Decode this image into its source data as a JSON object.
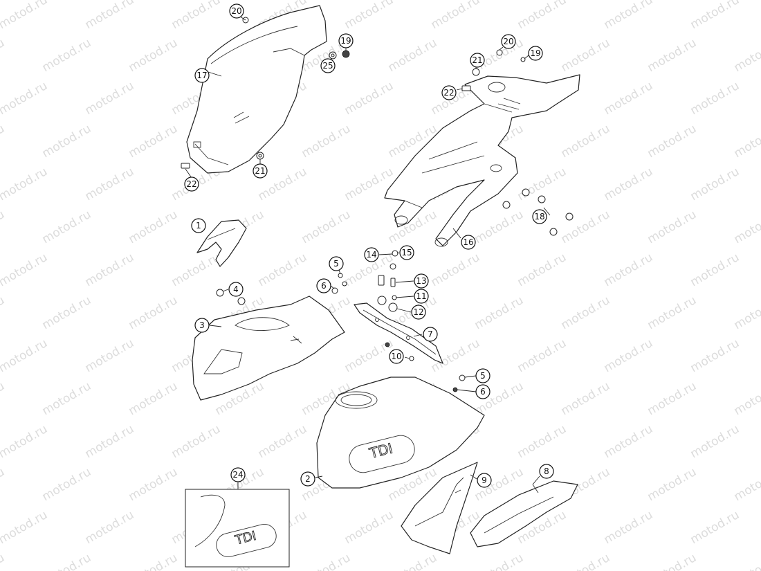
{
  "watermark": "motod.ru",
  "badge_text": "TDI",
  "callouts": [
    {
      "label": "20"
    },
    {
      "label": "19"
    },
    {
      "label": "25"
    },
    {
      "label": "17"
    },
    {
      "label": "21"
    },
    {
      "label": "22"
    },
    {
      "label": "20"
    },
    {
      "label": "19"
    },
    {
      "label": "21"
    },
    {
      "label": "22"
    },
    {
      "label": "1"
    },
    {
      "label": "18"
    },
    {
      "label": "16"
    },
    {
      "label": "14"
    },
    {
      "label": "15"
    },
    {
      "label": "5"
    },
    {
      "label": "13"
    },
    {
      "label": "6"
    },
    {
      "label": "4"
    },
    {
      "label": "11"
    },
    {
      "label": "12"
    },
    {
      "label": "3"
    },
    {
      "label": "7"
    },
    {
      "label": "10"
    },
    {
      "label": "5"
    },
    {
      "label": "6"
    },
    {
      "label": "24"
    },
    {
      "label": "2"
    },
    {
      "label": "9"
    },
    {
      "label": "8"
    }
  ]
}
